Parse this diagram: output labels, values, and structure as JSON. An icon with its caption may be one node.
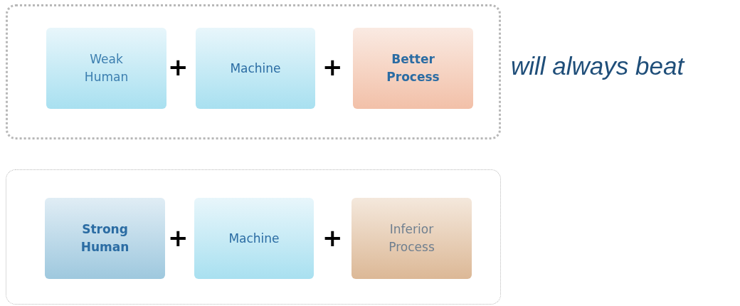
{
  "diagram": {
    "nodes": [
      {
        "text": [],
        "shape": "box"
      },
      {
        "text": [
          "Weak Human"
        ],
        "in": 0
      },
      {
        "text": [
          "Machine"
        ],
        "in": 0
      },
      {
        "text": [
          "Better Process"
        ],
        "in": 0
      },
      {
        "text": [],
        "shape": "box"
      },
      {
        "text": [
          "Strong Human"
        ],
        "in": 4
      },
      {
        "text": [
          "Machine"
        ],
        "in": 4
      },
      {
        "text": [
          "Inferior Process"
        ],
        "in": 4
      }
    ],
    "edges": [],
    "labels": [
      "+",
      "+",
      "will always beat",
      "+",
      "+"
    ]
  }
}
